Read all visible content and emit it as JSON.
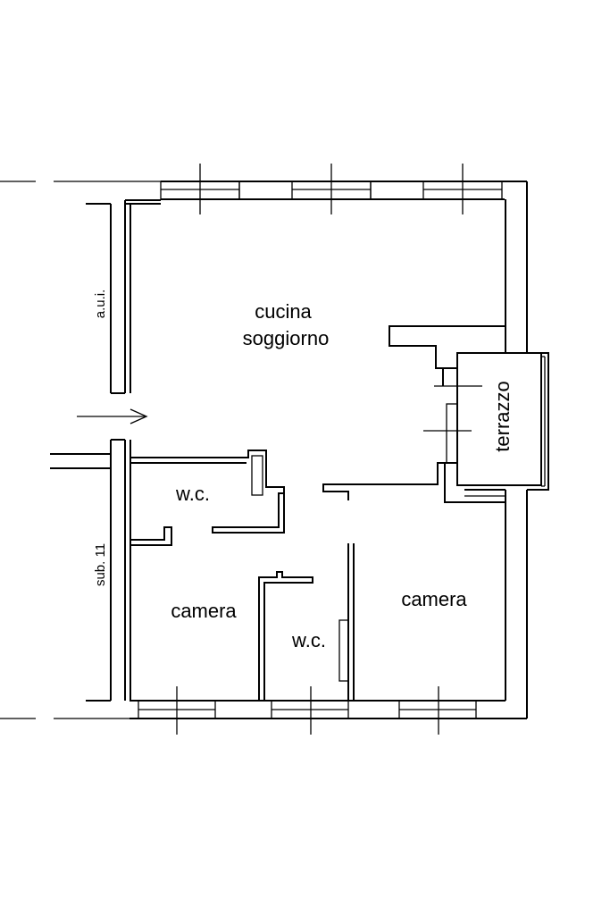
{
  "rooms": {
    "living_line1": "cucina",
    "living_line2": "soggiorno",
    "wc_upper": "w.c.",
    "camera_left": "camera",
    "wc_lower": "w.c.",
    "camera_right": "camera",
    "terrace": "terrazzo"
  },
  "side_labels": {
    "common_area": "a.u.i.",
    "sub_unit": "sub. 11"
  },
  "colors": {
    "line": "#000000",
    "background": "#ffffff"
  }
}
